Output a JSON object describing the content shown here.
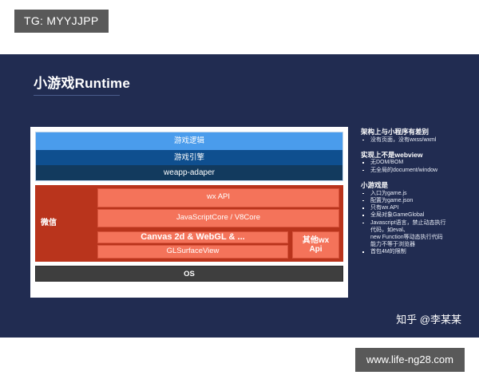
{
  "watermark_top": "TG: MYYJJPP",
  "watermark_bottom": "www.life-ng28.com",
  "slide": {
    "title": "小游戏Runtime",
    "signature": "知乎 @李某某",
    "background_color": "#212c51"
  },
  "diagram": {
    "blue_layers": [
      {
        "label": "游戏逻辑",
        "color": "#4a9cec"
      },
      {
        "label": "游戏引擎",
        "color": "#0f4f8f"
      },
      {
        "label": "weapp-adaper",
        "color": "#123a5e"
      }
    ],
    "wechat": {
      "label": "微信",
      "color": "#b9341c",
      "boxes": [
        {
          "label": "wx API"
        },
        {
          "label": "JavaScriptCore / V8Core"
        },
        {
          "label": "Canvas 2d & WebGL & ..."
        },
        {
          "label": "GLSurfaceView"
        }
      ],
      "side_box": {
        "line1": "其他wx",
        "line2": "Api"
      },
      "box_color": "#f4735a"
    },
    "os": {
      "label": "OS",
      "color": "#3e3e3e"
    }
  },
  "notes": [
    {
      "heading": "架构上与小程序有差别",
      "items": [
        "没有页面，没有wxss/wxml"
      ]
    },
    {
      "heading": "实现上不是webview",
      "items": [
        "无DOM/BOM",
        "无全局的document/window"
      ]
    },
    {
      "heading": "小游戏是",
      "items": [
        "入口为game.js",
        "配置为game.json",
        "只有wx API",
        "全局对象GameGlobal",
        "Javascript语言，禁止动态执行",
        "代码，如eval、",
        "new Function等动态执行代码",
        "能力不等于浏览器",
        "首包4M的限制"
      ]
    }
  ]
}
